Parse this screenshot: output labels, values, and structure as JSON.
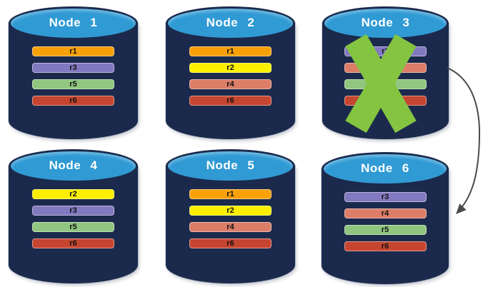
{
  "colors": {
    "theme": {
      "background": "#FFFFFF",
      "cylinder-body": "#1B2A4C",
      "cylinder-top": "#2F9AD4",
      "node-title": "#FFFFFF",
      "bar-text": "#121212",
      "failure-x": "#84C441",
      "arrow": "#4A4A4A"
    },
    "replicas": {
      "r1": "#F7A008",
      "r2": "#FCF000",
      "r3": "#8379C0",
      "r4": "#DC7D68",
      "r5": "#90C67F",
      "r6": "#C64530"
    }
  },
  "nodes": [
    {
      "label": "Node 1",
      "status": "healthy",
      "replicas": [
        "r1",
        "r3",
        "r5",
        "r6"
      ]
    },
    {
      "label": "Node 2",
      "status": "healthy",
      "replicas": [
        "r1",
        "r2",
        "r4",
        "r6"
      ]
    },
    {
      "label": "Node 3",
      "status": "failed",
      "replicas": [
        "r3",
        "r4",
        "r5",
        "r6"
      ]
    },
    {
      "label": "Node 4",
      "status": "healthy",
      "replicas": [
        "r2",
        "r3",
        "r5",
        "r6"
      ]
    },
    {
      "label": "Node 5",
      "status": "healthy",
      "replicas": [
        "r1",
        "r2",
        "r4",
        "r6"
      ]
    },
    {
      "label": "Node 6",
      "status": "healthy",
      "replicas": [
        "r3",
        "r4",
        "r5",
        "r6"
      ]
    }
  ],
  "annotations": {
    "failure_x_on": "Node 3",
    "arrow": {
      "from": "Node 3",
      "to": "Node 6"
    }
  }
}
